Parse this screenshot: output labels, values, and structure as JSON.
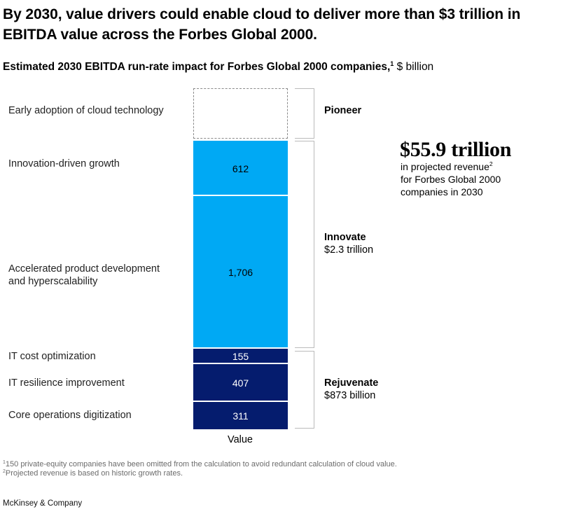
{
  "headline": "By 2030, value drivers could enable cloud to deliver more than $3 trillion in EBITDA value across the Forbes Global 2000.",
  "subtitle": {
    "bold": "Estimated 2030 EBITDA run-rate impact for Forbes Global 2000 companies,",
    "sup": "1",
    "unit": " $ billion"
  },
  "chart_data": {
    "type": "bar",
    "stacked": true,
    "xlabel": "Value",
    "categories": [
      "Early adoption of cloud technology",
      "Innovation-driven growth",
      "Accelerated product development and hyperscalability",
      "IT cost optimization",
      "IT resilience improvement",
      "Core operations digitization"
    ],
    "values": [
      null,
      612,
      1706,
      155,
      407,
      311
    ],
    "value_labels": [
      "",
      "612",
      "1,706",
      "155",
      "407",
      "311"
    ],
    "segment_colors": [
      "none",
      "#00a9f4",
      "#00a9f4",
      "#051c6e",
      "#051c6e",
      "#051c6e"
    ],
    "groups": [
      {
        "name": "Pioneer",
        "total": "",
        "categories": [
          "Early adoption of cloud technology"
        ]
      },
      {
        "name": "Innovate",
        "total": "$2.3 trillion",
        "categories": [
          "Innovation-driven growth",
          "Accelerated product development and hyperscalability"
        ]
      },
      {
        "name": "Rejuvenate",
        "total": "$873 billion",
        "categories": [
          "IT cost optimization",
          "IT resilience improvement",
          "Core operations digitization"
        ]
      }
    ]
  },
  "callout": {
    "value": "$55.9 trillion",
    "line1": "in projected revenue",
    "line1_sup": "2",
    "line2": "for Forbes Global 2000",
    "line3": "companies in 2030"
  },
  "footnotes": [
    {
      "sup": "1",
      "text": "150 private-equity companies have been omitted from the calculation to avoid redundant calculation of cloud value."
    },
    {
      "sup": "2",
      "text": "Projected revenue is based on historic growth rates."
    }
  ],
  "source": "McKinsey & Company"
}
